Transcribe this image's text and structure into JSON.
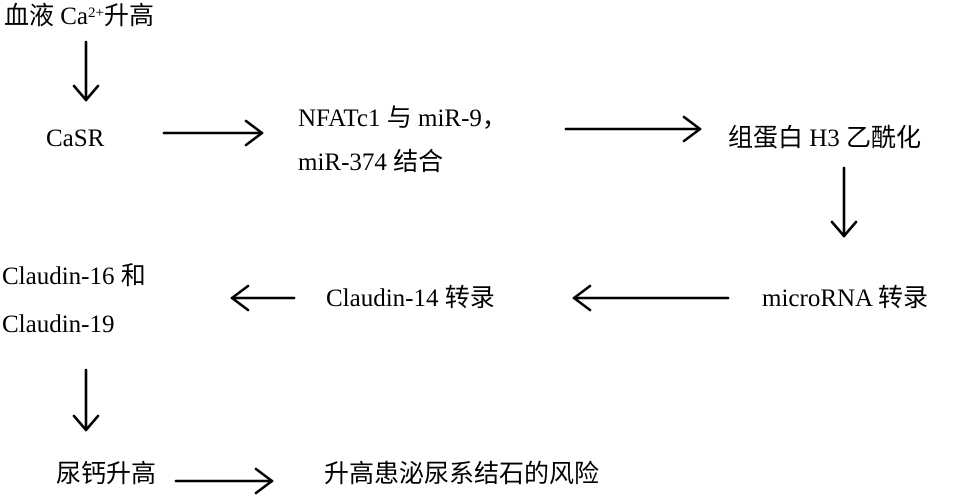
{
  "nodes": {
    "blood_ca": {
      "prefix": "血液 Ca",
      "sup": "2+",
      "suffix": "升高"
    },
    "casr": "CaSR",
    "nfatc1_line1": "NFATc1  与  miR-9，",
    "nfatc1_line2": "miR-374 结合",
    "histone": "组蛋白 H3 乙酰化",
    "microrna": "microRNA 转录",
    "claudin14": "Claudin-14 转录",
    "claudin16_line1": "Claudin-16 和",
    "claudin16_line2": "Claudin-19",
    "urine_ca": "尿钙升高",
    "risk": "升高患泌尿系结石的风险"
  }
}
